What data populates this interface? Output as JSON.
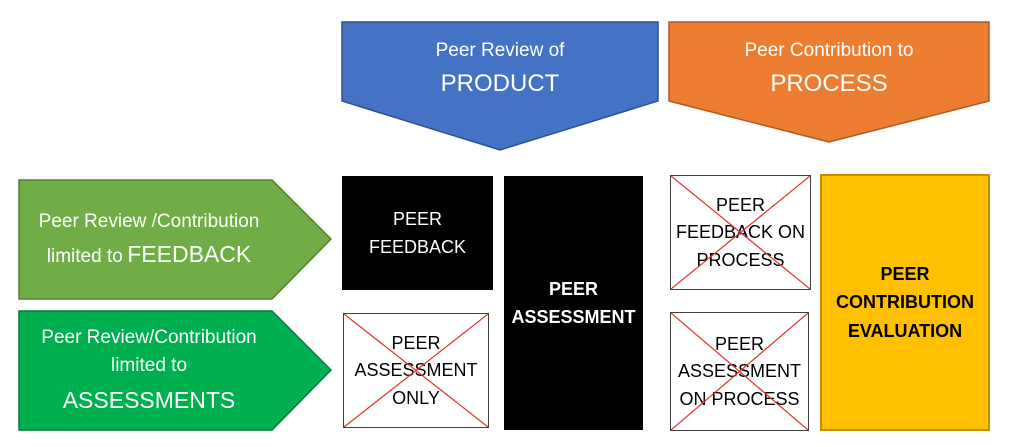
{
  "headers": {
    "product": {
      "line1": "Peer Review of",
      "line2": "PRODUCT",
      "color": "#4472c4"
    },
    "process": {
      "line1": "Peer Contribution to",
      "line2": "PROCESS",
      "color": "#ed7d31"
    }
  },
  "rows": {
    "feedback": {
      "line1": "Peer Review /Contribution",
      "line2": "limited to",
      "line2_big": "FEEDBACK",
      "color": "#70ad47"
    },
    "assessments": {
      "line1": "Peer Review/Contribution",
      "line2": "limited to",
      "line3": "ASSESSMENTS",
      "color": "#00b050"
    }
  },
  "boxes": {
    "peer_feedback": {
      "line1": "PEER",
      "line2": "FEEDBACK"
    },
    "peer_assessment_only": {
      "line1": "PEER",
      "line2": "ASSESSMENT",
      "line3": "ONLY",
      "crossed": true
    },
    "peer_assessment": {
      "line1": "PEER",
      "line2": "ASSESSMENT"
    },
    "peer_feedback_on_process": {
      "line1": "PEER",
      "line2": "FEEDBACK ON",
      "line3": "PROCESS",
      "crossed": true
    },
    "peer_assessment_on_process": {
      "line1": "PEER",
      "line2": "ASSESSMENT",
      "line3": "ON PROCESS",
      "crossed": true
    },
    "peer_contribution_evaluation": {
      "line1": "PEER",
      "line2": "CONTRIBUTION",
      "line3": "EVALUATION"
    }
  },
  "colors": {
    "cross": "#e0302a",
    "gold": "#ffc000"
  }
}
